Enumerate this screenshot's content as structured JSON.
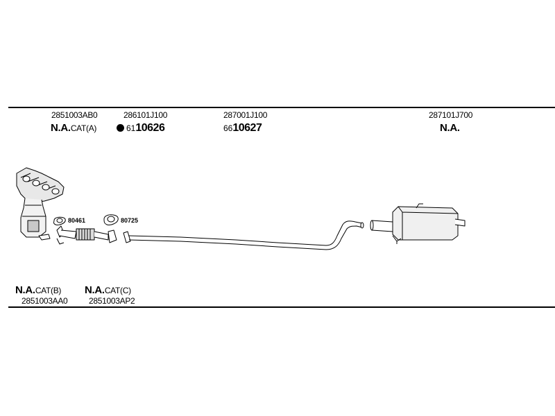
{
  "top": {
    "cat_a": {
      "part": "2851003AB0",
      "status": "N.A.",
      "cat": "CAT(A)"
    },
    "pipe1": {
      "part": "286101J100",
      "prefix": "61",
      "number": "10626"
    },
    "pipe2": {
      "part": "287001J100",
      "prefix": "66",
      "number": "10627"
    },
    "muffler": {
      "part": "287101J700",
      "status": "N.A."
    }
  },
  "gaskets": [
    {
      "number": "80461"
    },
    {
      "number": "80725"
    }
  ],
  "bottom": {
    "cat_b": {
      "status": "N.A.",
      "cat": "CAT(B)",
      "part": "2851003AA0"
    },
    "cat_c": {
      "status": "N.A.",
      "cat": "CAT(C)",
      "part": "2851003AP2"
    }
  }
}
